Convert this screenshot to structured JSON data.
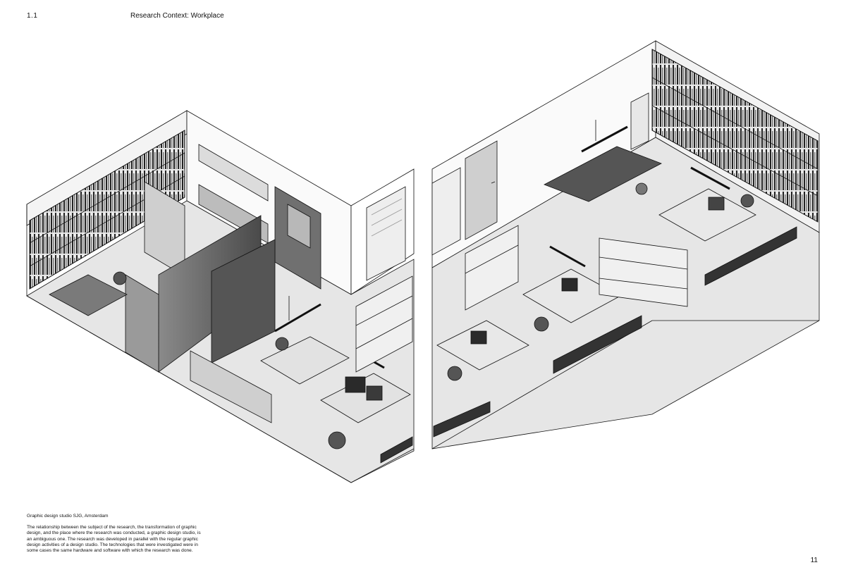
{
  "header": {
    "section_number": "1.1",
    "section_title": "Research Context: Workplace"
  },
  "caption": {
    "title": "Graphic design studio SJG, Amsterdam",
    "body": "The relationship between the subject of the research, the transformation of graphic design, and the place where the research was conducted, a graphic design studio, is an ambiguous one. The research was developed in parallel with the regular graphic design activities of a design studio. The technologies that were investigated were in some cases the same hardware and software with which the research was done."
  },
  "footer": {
    "page_number": "11"
  }
}
